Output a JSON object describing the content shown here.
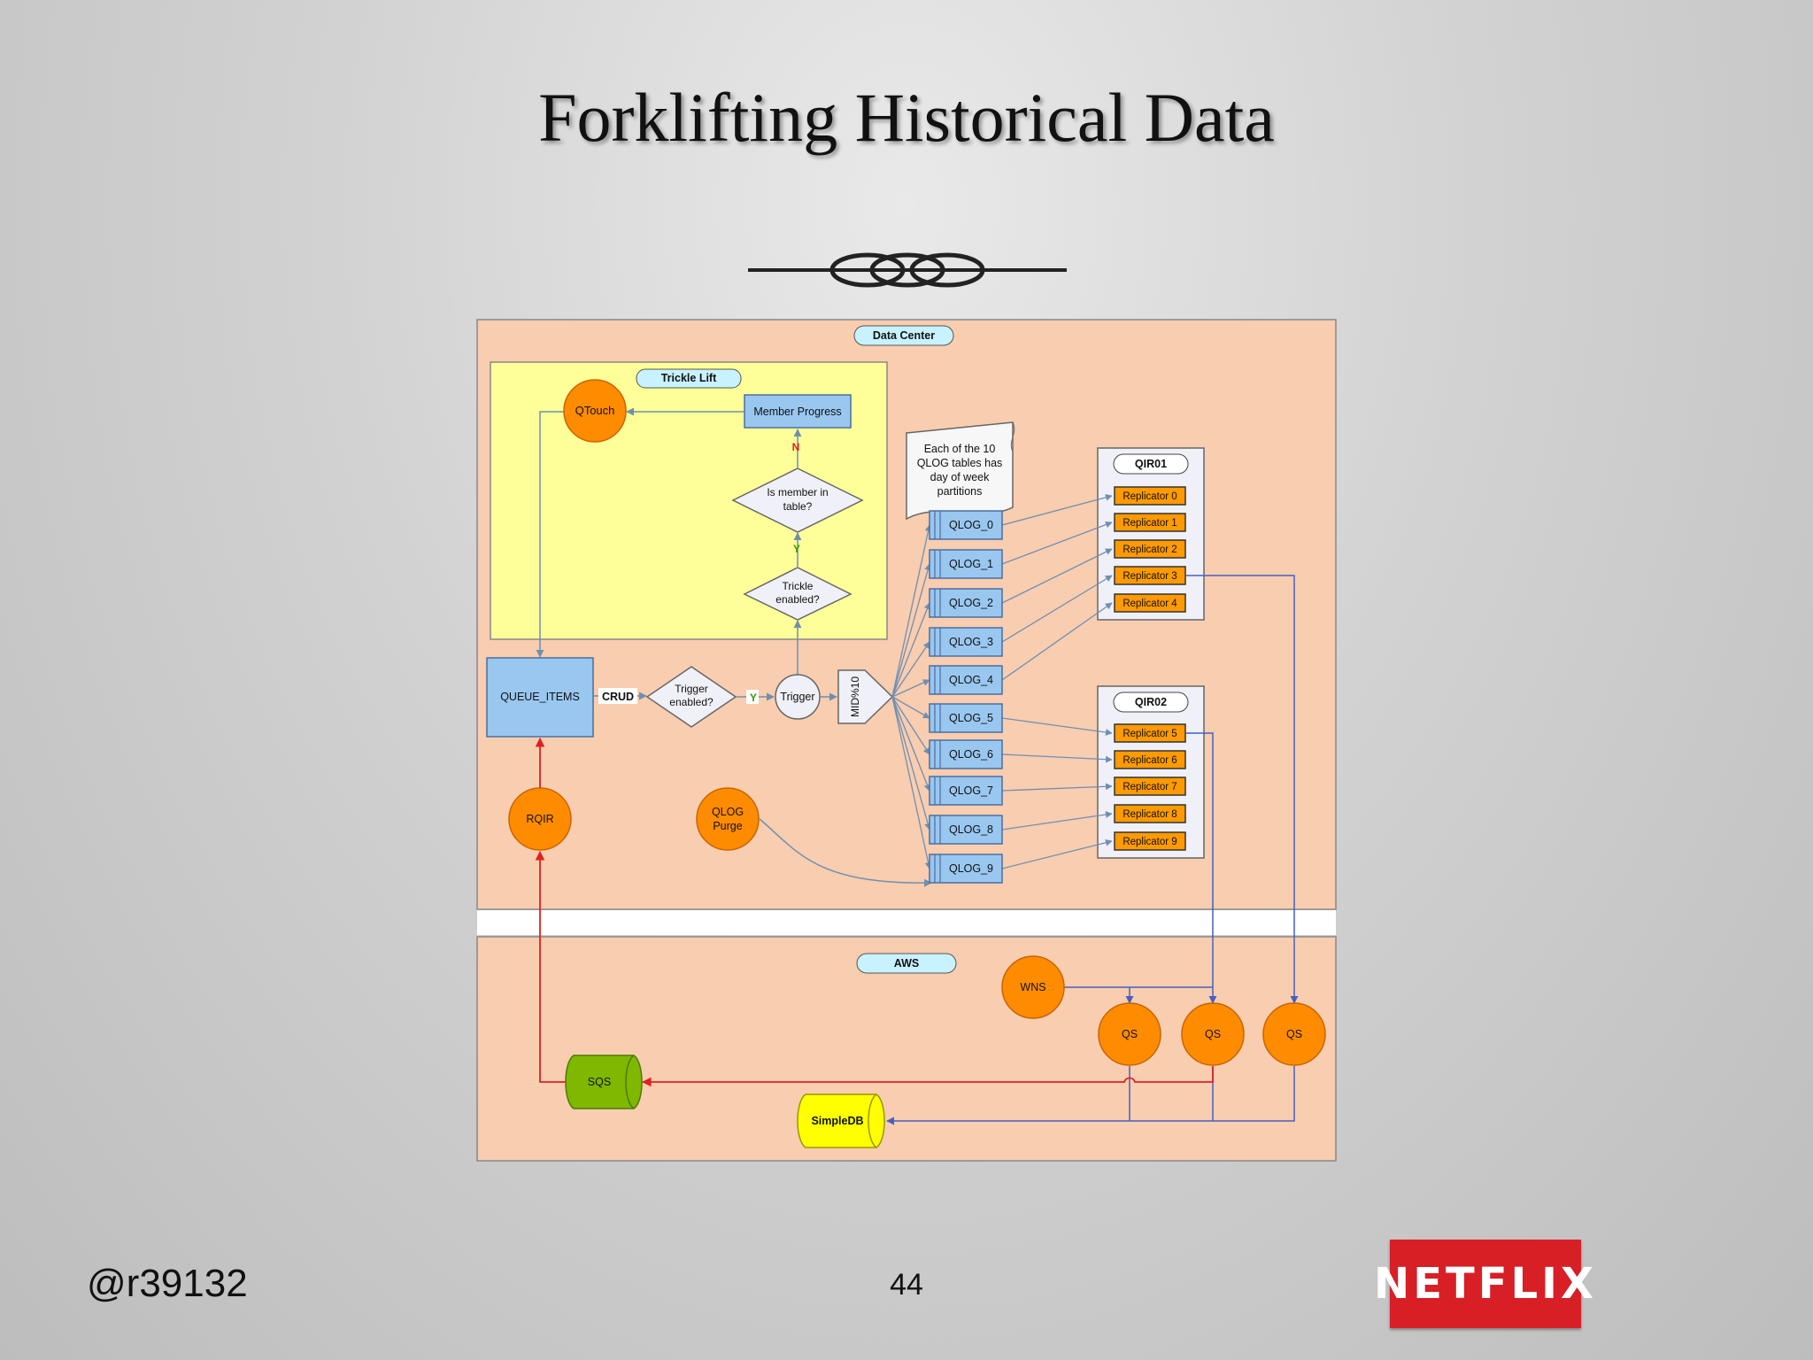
{
  "slide": {
    "title": "Forklifting Historical Data",
    "author": "@r39132",
    "page_number": "44",
    "logo_text": "NETFLIX"
  },
  "diagram": {
    "regions": {
      "data_center": "Data Center",
      "trickle_lift": "Trickle Lift",
      "aws": "AWS"
    },
    "nodes": {
      "qtouch": "QTouch",
      "member_progress": "Member Progress",
      "is_member": [
        "Is member in",
        "table?"
      ],
      "trickle_enabled": [
        "Trickle",
        "enabled?"
      ],
      "queue_items": "QUEUE_ITEMS",
      "trigger_enabled": [
        "Trigger",
        "enabled?"
      ],
      "trigger": "Trigger",
      "mid_mod": "MID%10",
      "rqir": "RQIR",
      "qlog_purge": [
        "QLOG",
        "Purge"
      ],
      "note": [
        "Each of the 10",
        "QLOG tables has",
        "day of week",
        "partitions"
      ],
      "qir01": "QIR01",
      "qir02": "QIR02",
      "wns": "WNS",
      "qs": "QS",
      "sqs": "SQS",
      "simpledb": "SimpleDB"
    },
    "edge_labels": {
      "crud": "CRUD",
      "yes": "Y",
      "no": "N"
    },
    "qlogs": [
      "QLOG_0",
      "QLOG_1",
      "QLOG_2",
      "QLOG_3",
      "QLOG_4",
      "QLOG_5",
      "QLOG_6",
      "QLOG_7",
      "QLOG_8",
      "QLOG_9"
    ],
    "replicators_qir01": [
      "Replicator 0",
      "Replicator 1",
      "Replicator 2",
      "Replicator 3",
      "Replicator 4"
    ],
    "replicators_qir02": [
      "Replicator 5",
      "Replicator 6",
      "Replicator 7",
      "Replicator 8",
      "Replicator 9"
    ]
  },
  "colors": {
    "region_fill": "#f8cdb0",
    "trickle_fill": "#ffff99",
    "blue_box": "#99c7f0",
    "orange_node": "#ff8c00",
    "replicator": "#ff9a00",
    "sqs": "#7fb800",
    "simpledb": "#ffff00",
    "connector_blue": "#4560c0",
    "connector_red": "#e02020",
    "logo_red": "#d81f26"
  },
  "icons": [
    "netflix-logo",
    "ornament-divider"
  ]
}
